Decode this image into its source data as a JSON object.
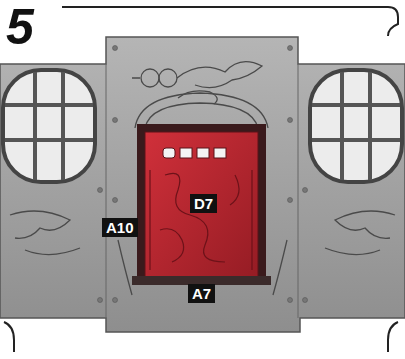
{
  "diagram": {
    "labels": [
      "5",
      "D7",
      "A10",
      "A7"
    ]
  }
}
